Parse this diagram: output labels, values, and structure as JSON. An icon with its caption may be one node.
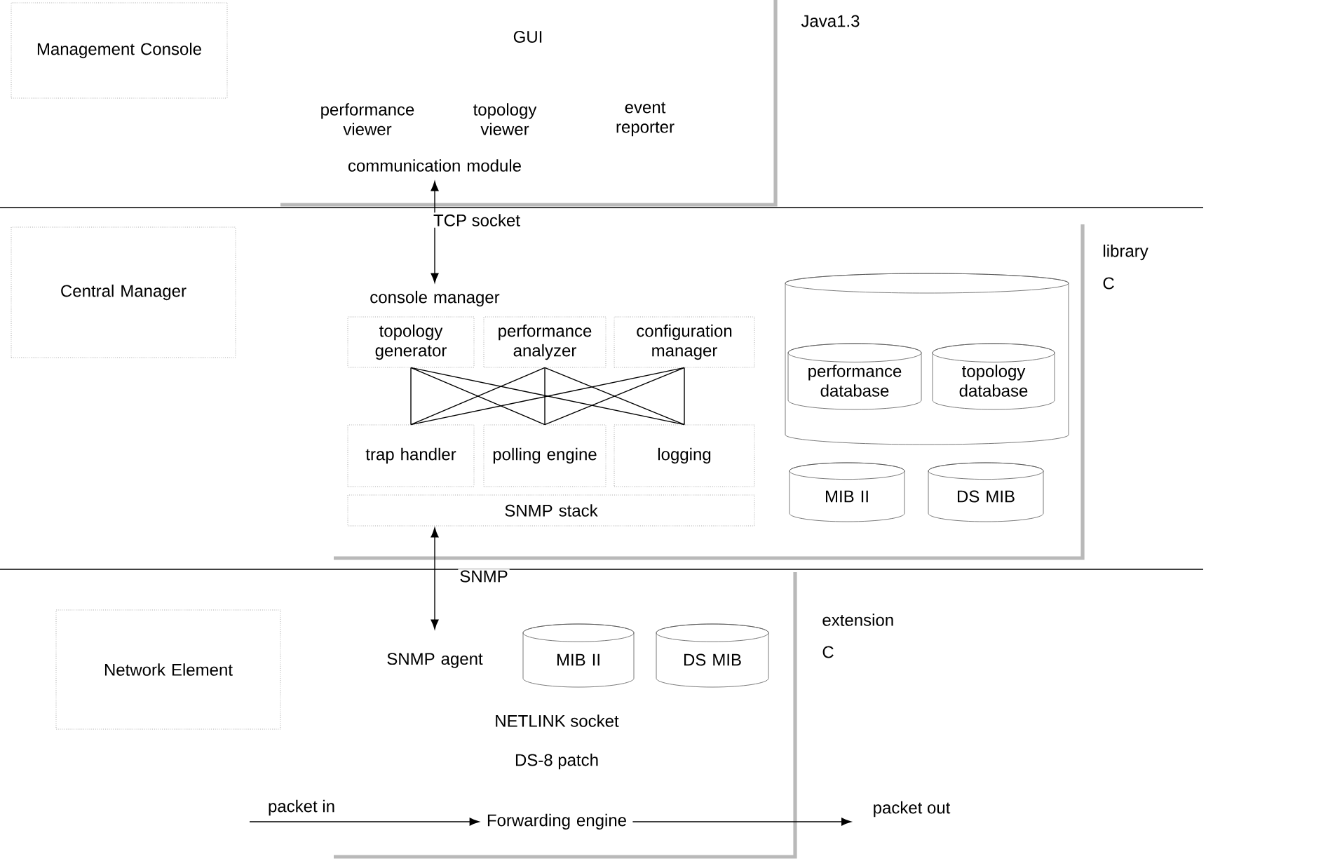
{
  "diagram": {
    "nodes": [
      {
        "text": [
          "Management Console"
        ]
      },
      {
        "text": [
          "GUI"
        ]
      },
      {
        "text": [
          "communication module"
        ],
        "in": 1
      },
      {
        "text": [
          "Central Manager"
        ]
      },
      {
        "text": [],
        "shape": "box"
      },
      {
        "text": [
          "console manager"
        ],
        "in": 4
      },
      {
        "text": [
          "topology generator"
        ],
        "in": 4
      },
      {
        "text": [
          "performance analyzer"
        ],
        "in": 4
      },
      {
        "text": [
          "configuration manager"
        ],
        "in": 4
      },
      {
        "text": [
          "trap handler"
        ],
        "in": 4
      },
      {
        "text": [
          "polling engine"
        ],
        "in": 4
      },
      {
        "text": [
          "logging"
        ],
        "in": 4
      },
      {
        "text": [
          "SNMP stack"
        ],
        "in": 4
      },
      {
        "text": [],
        "shape": "cylinder",
        "in": 4
      },
      {
        "text": [
          "performance database"
        ],
        "in": 13
      },
      {
        "text": [
          "topology database"
        ],
        "in": 13
      },
      {
        "text": [
          "MIB II"
        ],
        "in": 4
      },
      {
        "text": [
          "DS MIB"
        ],
        "in": 4
      },
      {
        "text": [
          "Network Element"
        ]
      },
      {
        "text": [],
        "shape": "box"
      },
      {
        "text": [
          "SNMP agent"
        ],
        "in": 19
      },
      {
        "text": [
          "MIB II"
        ],
        "in": 19
      },
      {
        "text": [
          "DS MIB"
        ],
        "in": 19
      },
      {
        "text": [
          "Forwarding engine"
        ],
        "in": 19
      }
    ],
    "edges": [
      {
        "from": 2,
        "to": 5,
        "arrow": "both",
        "label": "TCP socket"
      },
      {
        "from": 6,
        "to": 9,
        "arrow": "none"
      },
      {
        "from": 6,
        "to": 10,
        "arrow": "none"
      },
      {
        "from": 6,
        "to": 11,
        "arrow": "none"
      },
      {
        "from": 7,
        "to": 9,
        "arrow": "none"
      },
      {
        "from": 7,
        "to": 10,
        "arrow": "none"
      },
      {
        "from": 7,
        "to": 11,
        "arrow": "none"
      },
      {
        "from": 8,
        "to": 9,
        "arrow": "none"
      },
      {
        "from": 8,
        "to": 10,
        "arrow": "none"
      },
      {
        "from": 8,
        "to": 11,
        "arrow": "none"
      },
      {
        "from": 12,
        "to": 20,
        "arrow": "both",
        "label": "SNMP"
      },
      {
        "from": null,
        "to": 23,
        "arrow": "to",
        "label": "packet in"
      },
      {
        "from": 23,
        "to": null,
        "arrow": "to",
        "label": "packet out"
      }
    ],
    "labels": [
      "performance viewer",
      "topology viewer",
      "event reporter",
      "Java1.3",
      "library",
      "C",
      "NETLINK socket",
      "DS-8 patch",
      "extension",
      "C"
    ]
  }
}
